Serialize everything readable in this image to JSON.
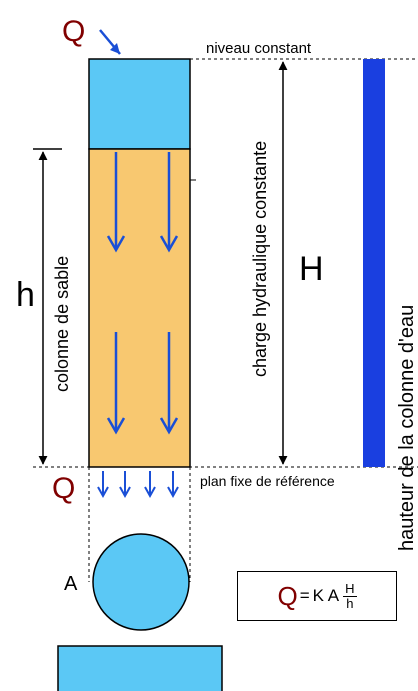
{
  "labels": {
    "flow_in": "Q",
    "flow_out": "Q",
    "niveau_constant": "niveau constant",
    "plan_fixe": "plan fixe de référence",
    "charge": "charge hydraulique constante",
    "hauteur": "hauteur de la colonne d'eau",
    "colonne": "colonne de sable",
    "H": "H",
    "h": "h",
    "A": "A"
  },
  "formula": {
    "lhs": "Q",
    "eq": "=",
    "coefficients": "K A",
    "numerator": "H",
    "denominator": "h"
  },
  "colors": {
    "water": "#5bc8f5",
    "sand": "#f8c870",
    "arrow": "#1a4fd6",
    "bar": "#1a3fe0",
    "flow_label": "#800000"
  },
  "icon_names": [
    "arrow-down-icon",
    "arrow-in-icon"
  ]
}
